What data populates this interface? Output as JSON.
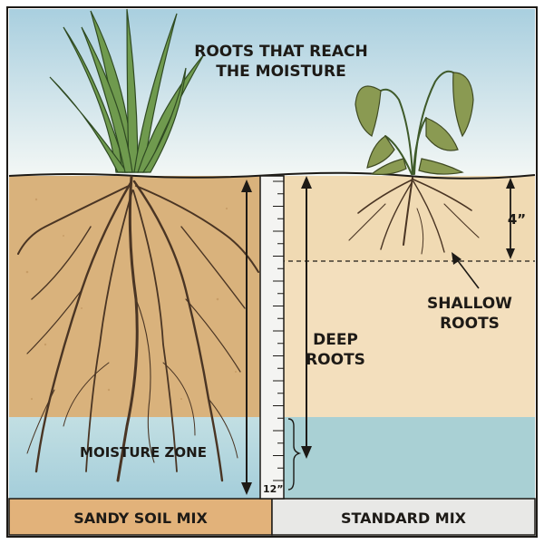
{
  "title": [
    "ROOTS THAT REACH",
    "THE MOISTURE"
  ],
  "left_panel": {
    "footer": "SANDY SOIL MIX",
    "zone_label": "MOISTURE ZONE"
  },
  "right_panel": {
    "footer": "STANDARD MIX",
    "deep_label": [
      "DEEP",
      "ROOTS"
    ],
    "shallow_label": [
      "SHALLOW",
      "ROOTS"
    ],
    "depth_label": "4”"
  },
  "ruler": {
    "bottom_label": "12”"
  },
  "colors": {
    "sky_top": "#a9cfdf",
    "sand": "#d9b27c",
    "standard_soil": "#f1dcb8",
    "moisture": "#a9d0d8",
    "left_footer": "#e2b27a",
    "right_footer": "#e8e8e6",
    "ink": "#1d1a16"
  }
}
